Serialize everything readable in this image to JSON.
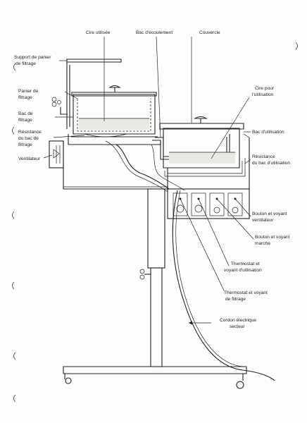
{
  "labels": {
    "cire_utilisee": "Cire utilisée",
    "bac_ecoulement": "Bac d'écoulement",
    "couvercle": "Couvercle",
    "support_panier_l1": "Support de panier",
    "support_panier_l2": "de filtrage",
    "panier_l1": "Panier de",
    "panier_l2": "filtrage",
    "bac_filtrage_l1": "Bac de",
    "bac_filtrage_l2": "filtrage",
    "resistance_filtrage_l1": "Résistance",
    "resistance_filtrage_l2": "du bac de",
    "resistance_filtrage_l3": "filtrage",
    "ventilateur": "Ventilateur",
    "cire_utilisation_l1": "Cire pour",
    "cire_utilisation_l2": "l'utilisation",
    "bac_utilisation": "Bac d'utilisation",
    "resistance_utilisation_l1": "Résistance",
    "resistance_utilisation_l2": "du bac d'utilisation",
    "bouton_ventilateur_l1": "Bouton et voyant",
    "bouton_ventilateur_l2": "ventilateur",
    "bouton_marche_l1": "Bouton et voyant",
    "bouton_marche_l2": "marche",
    "thermostat_utilisation_l1": "Thermostat et",
    "thermostat_utilisation_l2": "voyant d'utilisation",
    "thermostat_filtrage_l1": "Thermostat et voyant",
    "thermostat_filtrage_l2": "de filtrage",
    "cordon_l1": "Cordon électrique",
    "cordon_l2": "secteur"
  }
}
